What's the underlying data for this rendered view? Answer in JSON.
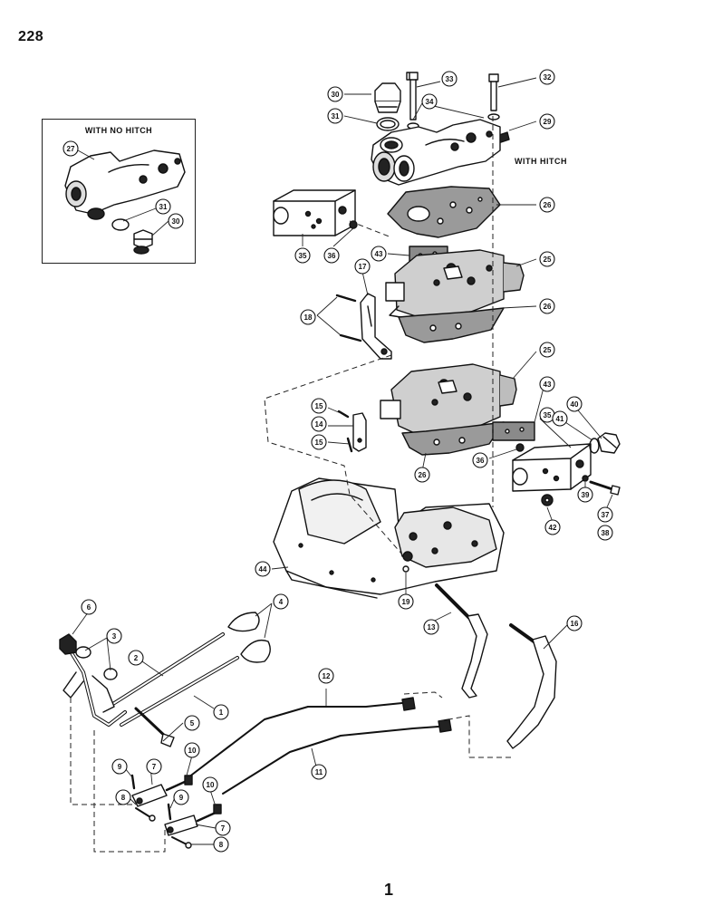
{
  "page": {
    "number": "228",
    "footer_mark": "1"
  },
  "inset": {
    "title": "WITH NO HITCH"
  },
  "labels": {
    "with_hitch": "WITH HITCH"
  },
  "callouts": [
    {
      "id": "c33",
      "n": "33"
    },
    {
      "id": "c32",
      "n": "32"
    },
    {
      "id": "c30",
      "n": "30"
    },
    {
      "id": "c34",
      "n": "34"
    },
    {
      "id": "c31",
      "n": "31"
    },
    {
      "id": "c29",
      "n": "29"
    },
    {
      "id": "c26a",
      "n": "26"
    },
    {
      "id": "c35a",
      "n": "35"
    },
    {
      "id": "c36a",
      "n": "36"
    },
    {
      "id": "c43a",
      "n": "43"
    },
    {
      "id": "c17",
      "n": "17"
    },
    {
      "id": "c25a",
      "n": "25"
    },
    {
      "id": "c26b",
      "n": "26"
    },
    {
      "id": "c18",
      "n": "18"
    },
    {
      "id": "c25b",
      "n": "25"
    },
    {
      "id": "c43b",
      "n": "43"
    },
    {
      "id": "c15a",
      "n": "15"
    },
    {
      "id": "c14",
      "n": "14"
    },
    {
      "id": "c15b",
      "n": "15"
    },
    {
      "id": "c35b",
      "n": "35"
    },
    {
      "id": "c40",
      "n": "40"
    },
    {
      "id": "c41",
      "n": "41"
    },
    {
      "id": "c36b",
      "n": "36"
    },
    {
      "id": "c26c",
      "n": "26"
    },
    {
      "id": "c39",
      "n": "39"
    },
    {
      "id": "c37",
      "n": "37"
    },
    {
      "id": "c38",
      "n": "38"
    },
    {
      "id": "c42",
      "n": "42"
    },
    {
      "id": "c44",
      "n": "44"
    },
    {
      "id": "c19",
      "n": "19"
    },
    {
      "id": "c6",
      "n": "6"
    },
    {
      "id": "c4",
      "n": "4"
    },
    {
      "id": "c3",
      "n": "3"
    },
    {
      "id": "c2",
      "n": "2"
    },
    {
      "id": "c13",
      "n": "13"
    },
    {
      "id": "c16",
      "n": "16"
    },
    {
      "id": "c12",
      "n": "12"
    },
    {
      "id": "c1",
      "n": "1"
    },
    {
      "id": "c5",
      "n": "5"
    },
    {
      "id": "c10a",
      "n": "10"
    },
    {
      "id": "c9a",
      "n": "9"
    },
    {
      "id": "c7a",
      "n": "7"
    },
    {
      "id": "c11",
      "n": "11"
    },
    {
      "id": "c8a",
      "n": "8"
    },
    {
      "id": "c9b",
      "n": "9"
    },
    {
      "id": "c10b",
      "n": "10"
    },
    {
      "id": "c7b",
      "n": "7"
    },
    {
      "id": "c8b",
      "n": "8"
    },
    {
      "id": "i27",
      "n": "27"
    },
    {
      "id": "i31",
      "n": "31"
    },
    {
      "id": "i30",
      "n": "30"
    }
  ]
}
